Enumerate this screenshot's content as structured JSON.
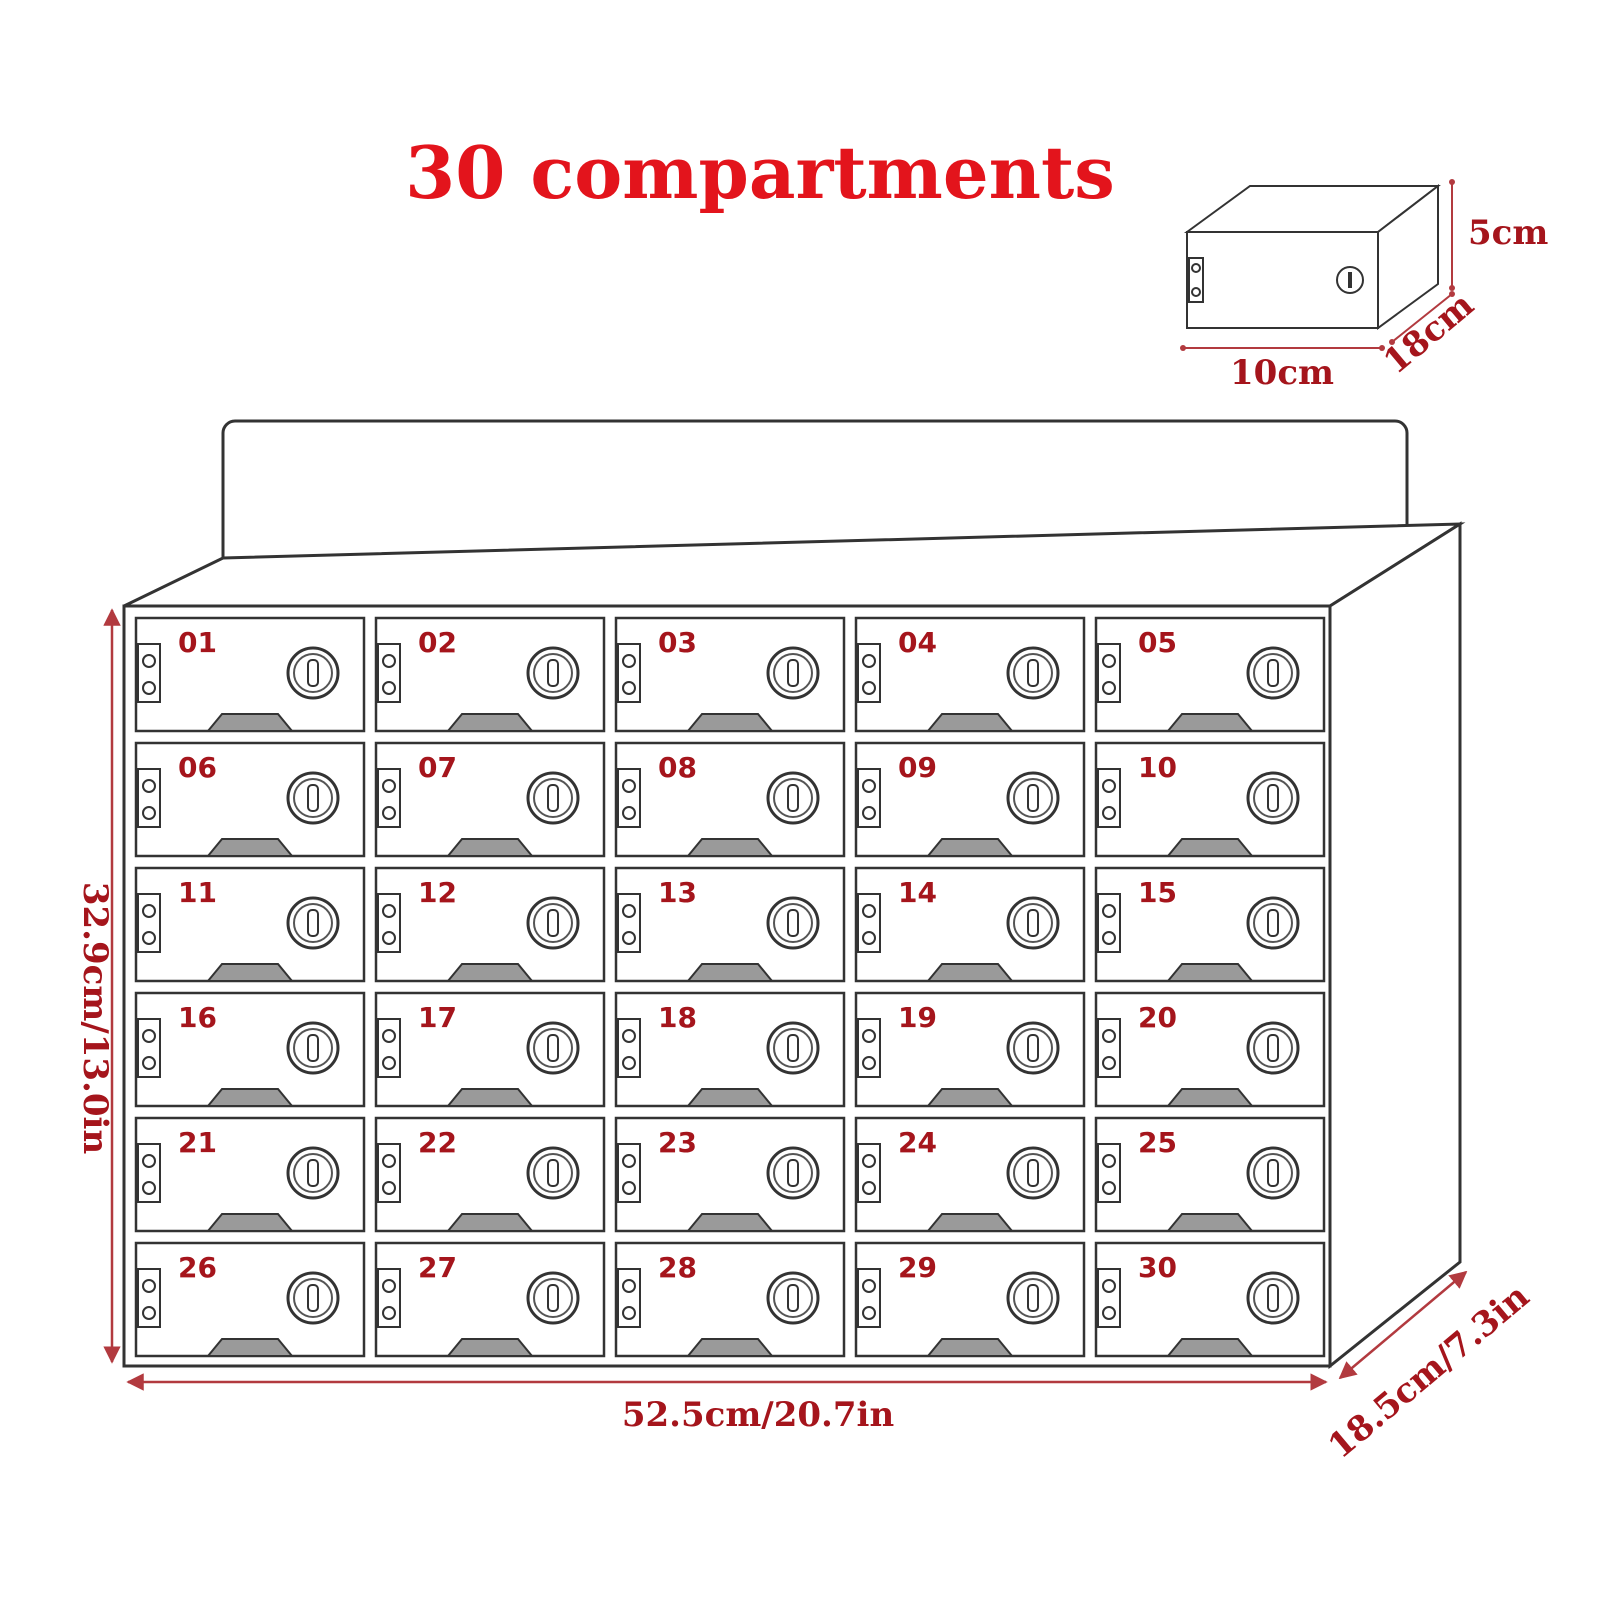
{
  "title": "30 compartments",
  "colors": {
    "accent": "#e3141c",
    "number": "#a5151c",
    "dimension_line": "#b23a3f",
    "outline": "#333333",
    "handle": "#9a9a9a"
  },
  "small_box": {
    "width_label": "10cm",
    "height_label": "5cm",
    "depth_label": "18cm"
  },
  "cabinet": {
    "width_label": "52.5cm/20.7in",
    "height_label": "32.9cm/13.0in",
    "depth_label": "18.5cm/7.3in",
    "rows": 6,
    "columns": 5,
    "compartments": [
      "01",
      "02",
      "03",
      "04",
      "05",
      "06",
      "07",
      "08",
      "09",
      "10",
      "11",
      "12",
      "13",
      "14",
      "15",
      "16",
      "17",
      "18",
      "19",
      "20",
      "21",
      "22",
      "23",
      "24",
      "25",
      "26",
      "27",
      "28",
      "29",
      "30"
    ]
  }
}
